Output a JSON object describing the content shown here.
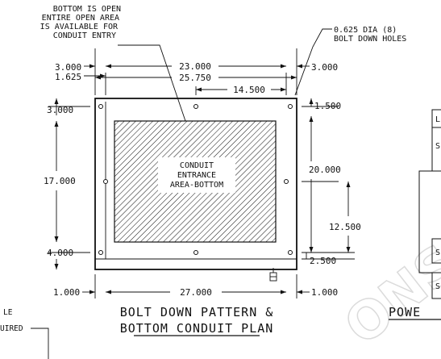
{
  "notes": {
    "bottom_open": [
      "BOTTOM IS OPEN",
      "ENTIRE OPEN AREA",
      "IS AVAILABLE FOR",
      "CONDUIT ENTRY"
    ],
    "bolt_holes": [
      "0.625 DIA (8)",
      "BOLT DOWN HOLES"
    ],
    "bottom_left_fragment": [
      "LE",
      "UIRED"
    ]
  },
  "conduit_area": [
    "CONDUIT",
    "ENTRANCE",
    "AREA-BOTTOM"
  ],
  "dimensions": {
    "left_top_offset": "3.000",
    "left_inner_offset": "1.625",
    "top_span": "23.000",
    "top_overall": "25.750",
    "top_center": "14.500",
    "right_top_offset": "3.000",
    "right_top_small": "1.500",
    "left_top_vertical": "3.000",
    "left_middle": "17.000",
    "left_bottom_vertical": "4.000",
    "right_middle": "20.000",
    "right_lower": "12.500",
    "right_bottom": "2.500",
    "bottom_left": "1.000",
    "bottom_span": "27.000",
    "bottom_right": "1.000"
  },
  "titles": {
    "line1": "BOLT DOWN PATTERN &",
    "line2": "BOTTOM CONDUIT PLAN",
    "right_fragment": "POWE"
  },
  "right_panel": {
    "labels": [
      "L",
      "S",
      "S",
      "S"
    ]
  },
  "watermark": "ONS"
}
